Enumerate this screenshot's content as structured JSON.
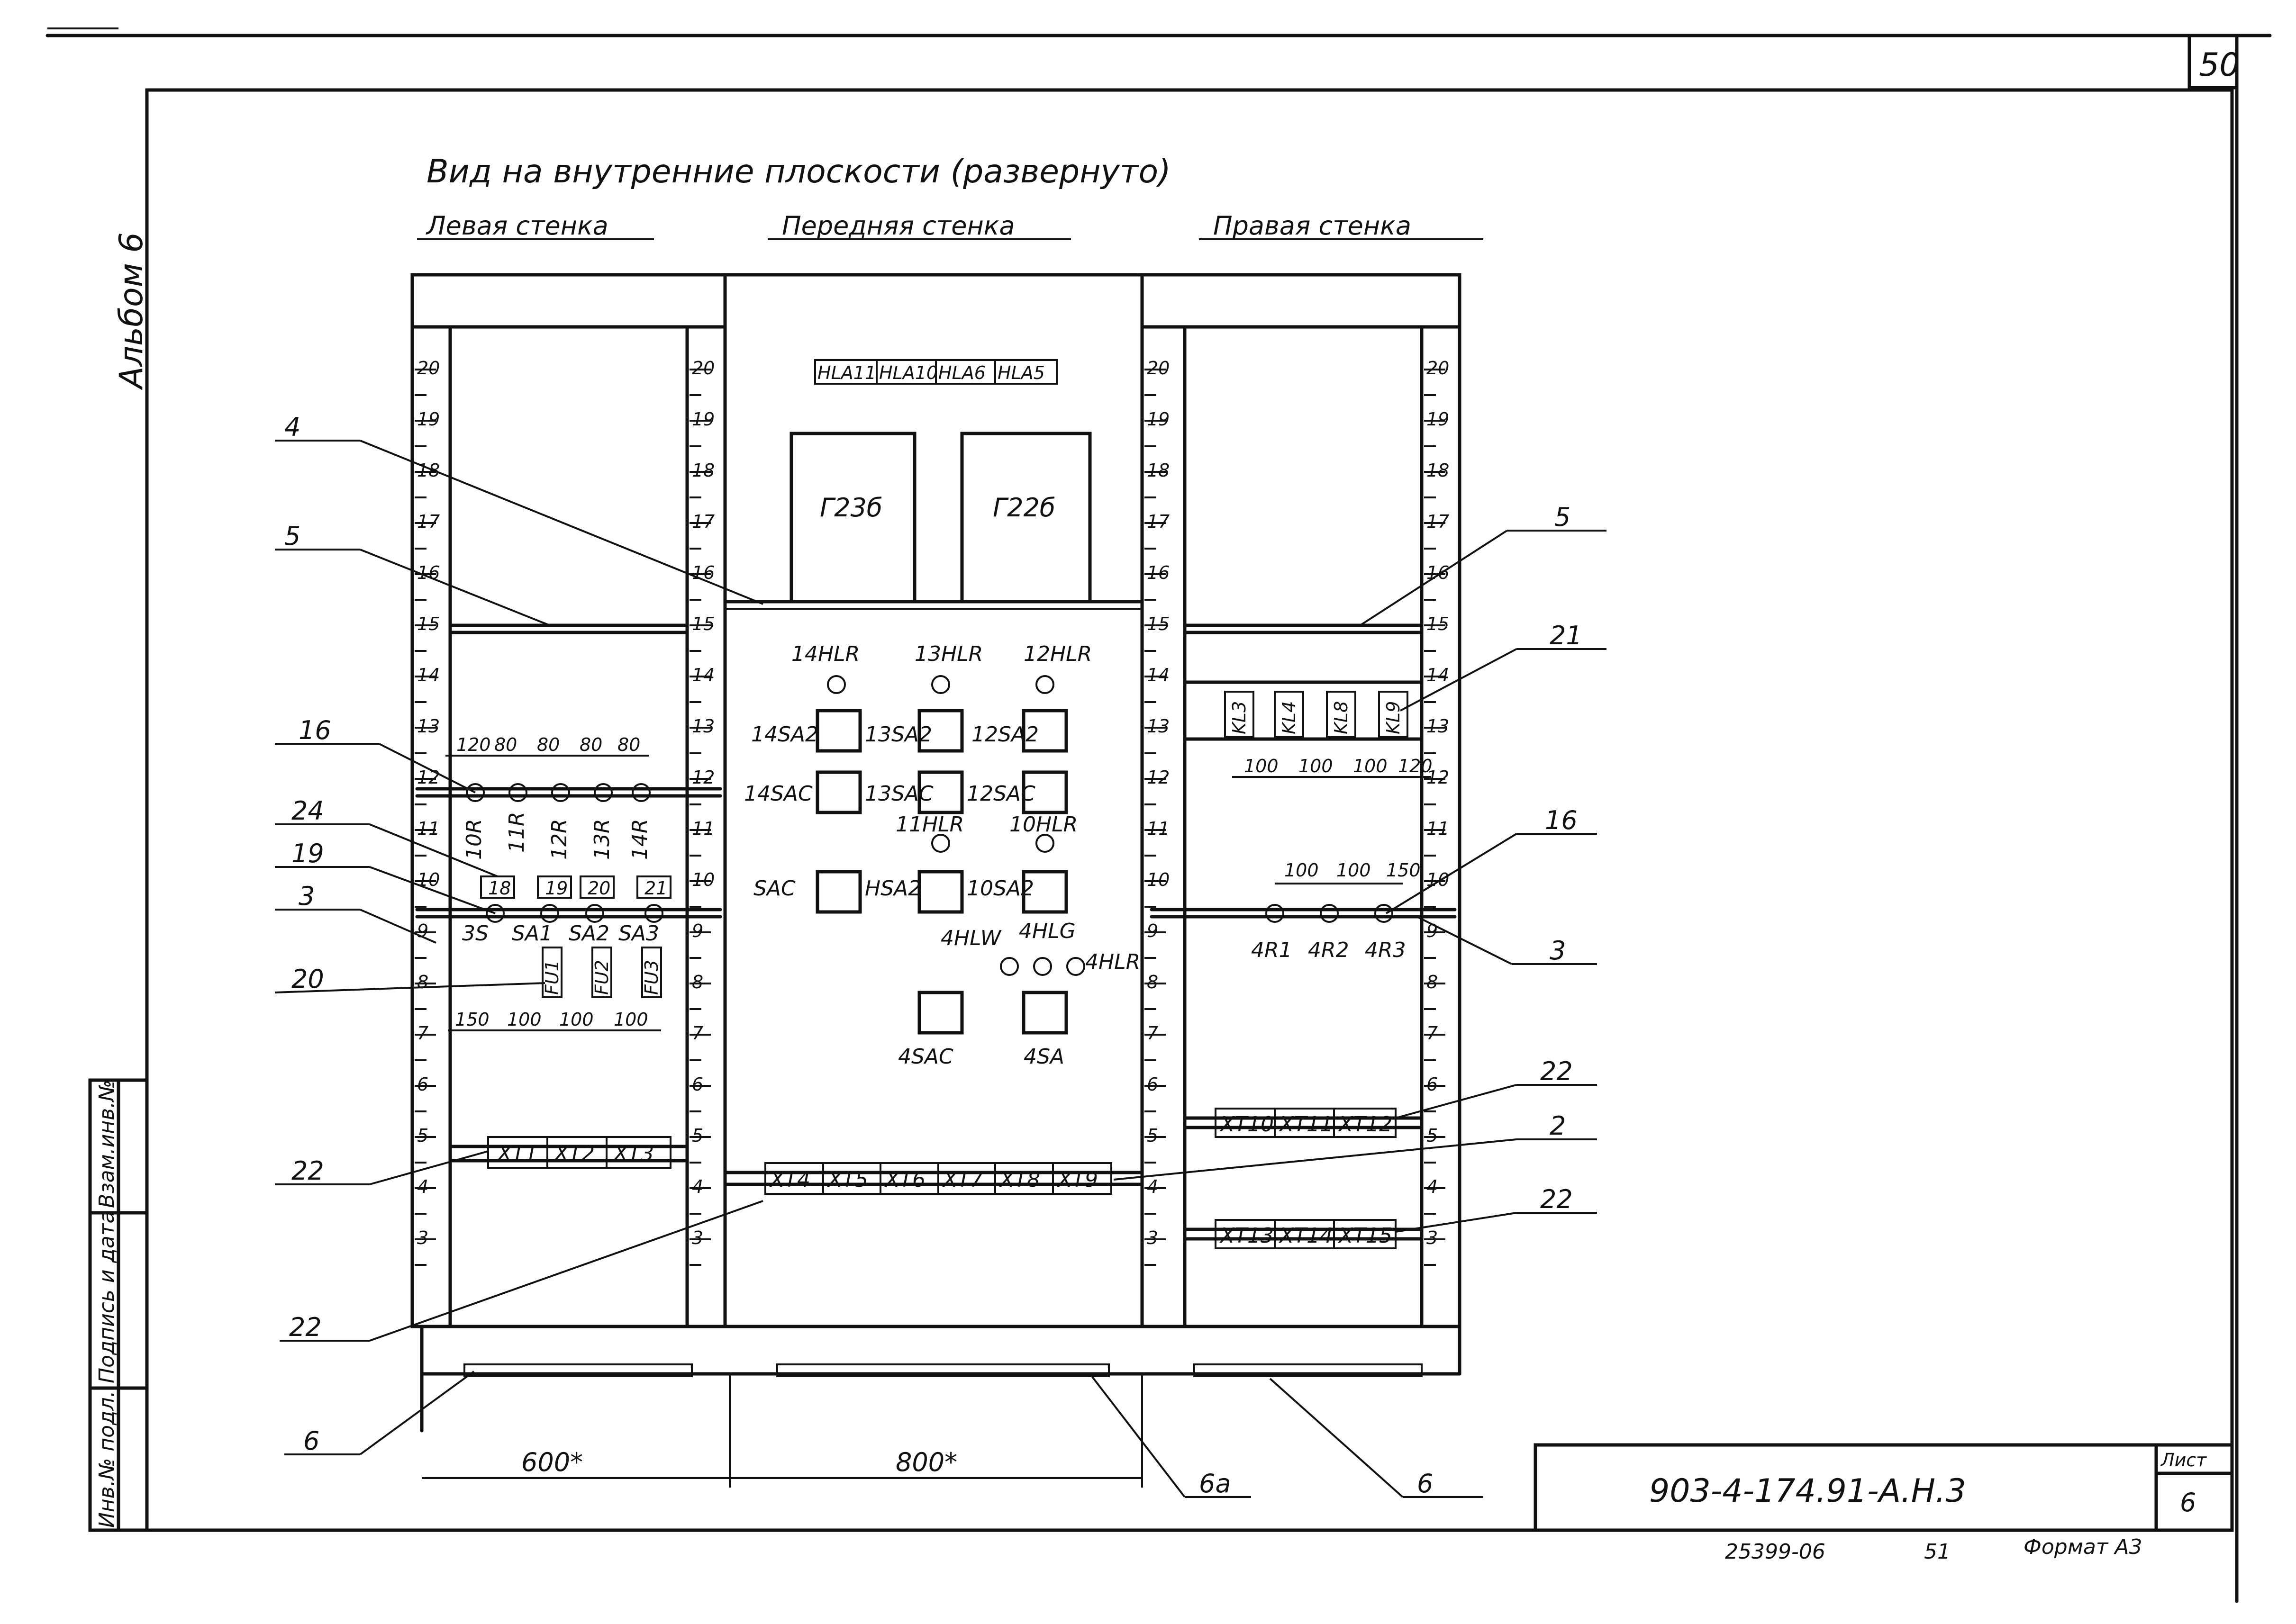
{
  "sheet_corner": "50",
  "album": "Альбом 6",
  "title": "Вид на внутренние плоскости (развернуто)",
  "walls": {
    "left": "Левая стенка",
    "front": "Передняя стенка",
    "right": "Правая стенка"
  },
  "scale_numbers": [
    "20",
    "19",
    "18",
    "17",
    "16",
    "15",
    "14",
    "13",
    "12",
    "11",
    "10",
    "9",
    "8",
    "7",
    "6",
    "5",
    "4",
    "3"
  ],
  "front_lamps_top": [
    "HLA11",
    "HLA10",
    "HLA6",
    "HLA5"
  ],
  "front_blocks": [
    "Г23б",
    "Г22б"
  ],
  "front_devices": {
    "hlr_row": [
      "14HLR",
      "13HLR",
      "12HLR"
    ],
    "sa_row1": [
      "14SA2",
      "13SA2",
      "12SA2"
    ],
    "sac_row": [
      "14SAC",
      "13SAC",
      "12SAC"
    ],
    "hlr_row2": [
      "11HLR",
      "10HLR"
    ],
    "sa_row3": [
      "SAC",
      "HSA2",
      "10SA2"
    ],
    "lamps4": [
      "4HLW",
      "4HLG",
      "4HLR"
    ],
    "bottom": [
      "4SAC",
      "4SA"
    ]
  },
  "left_wall": {
    "resistors": [
      "10R",
      "11R",
      "12R",
      "13R",
      "14R"
    ],
    "res_dims": [
      "120",
      "80",
      "80",
      "80",
      "80"
    ],
    "labels_row": [
      "18",
      "19",
      "20",
      "21"
    ],
    "switches": [
      "3S",
      "SA1",
      "SA2",
      "SA3"
    ],
    "fuses": [
      "FU1",
      "FU2",
      "FU3"
    ],
    "fuse_dims": [
      "150",
      "100",
      "100",
      "100"
    ],
    "terminals": [
      "XT1",
      "XT2",
      "XT3"
    ]
  },
  "front_terminals": [
    "XT4",
    "XT5",
    "XT6",
    "XT7",
    "XT8",
    "XT9"
  ],
  "right_wall": {
    "relays": [
      "KL3",
      "KL4",
      "KL8",
      "KL9"
    ],
    "relay_dims": [
      "100",
      "100",
      "100",
      "120"
    ],
    "resistors": [
      "4R1",
      "4R2",
      "4R3"
    ],
    "res_dims": [
      "100",
      "100",
      "150"
    ],
    "terminals_a": [
      "XT10",
      "XT11",
      "XT12"
    ],
    "terminals_b": [
      "XT13",
      "XT14",
      "XT15"
    ]
  },
  "callouts": {
    "c4": "4",
    "c5l": "5",
    "c16l": "16",
    "c24": "24",
    "c19": "19",
    "c3l": "3",
    "c20": "20",
    "c22a": "22",
    "c22b": "22",
    "c6l": "6",
    "c5r": "5",
    "c21": "21",
    "c16r": "16",
    "c3r": "3",
    "c22c": "22",
    "c2": "2",
    "c22d": "22",
    "c6a": "6а",
    "c6r": "6"
  },
  "dims_bottom": {
    "left": "600*",
    "front": "800*"
  },
  "stamp": {
    "doc_code": "903-4-174.91-А.Н.3",
    "sheet_label": "Лист",
    "sheet_no": "6",
    "order": "25399-06",
    "page": "51",
    "format": "Формат А3"
  },
  "side_stamp": [
    "Инв.№ подл.",
    "Подпись и дата",
    "Взам.инв.№"
  ]
}
